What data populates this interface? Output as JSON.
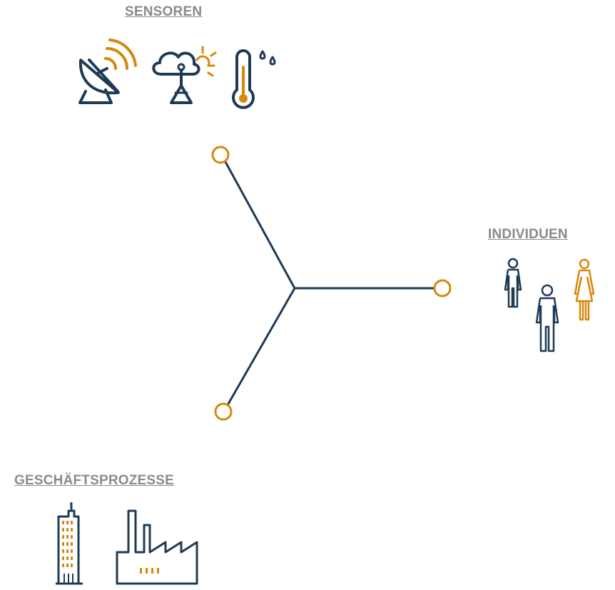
{
  "colors": {
    "navy": "#1f3a55",
    "orange": "#d4890e",
    "label_gray": "#8a8a8a"
  },
  "hub": {
    "branches": [
      {
        "name": "sensoren",
        "label": "SENSOREN",
        "icons": [
          "satellite-dish-icon",
          "weather-station-icon",
          "thermometer-icon"
        ]
      },
      {
        "name": "individuen",
        "label": "INDIVIDUEN",
        "icons": [
          "man-icon",
          "man-icon",
          "woman-icon"
        ]
      },
      {
        "name": "geschaeftsprozesse",
        "label": "GESCHÄFTSPROZESSE",
        "icons": [
          "office-building-icon",
          "factory-icon"
        ]
      }
    ]
  }
}
